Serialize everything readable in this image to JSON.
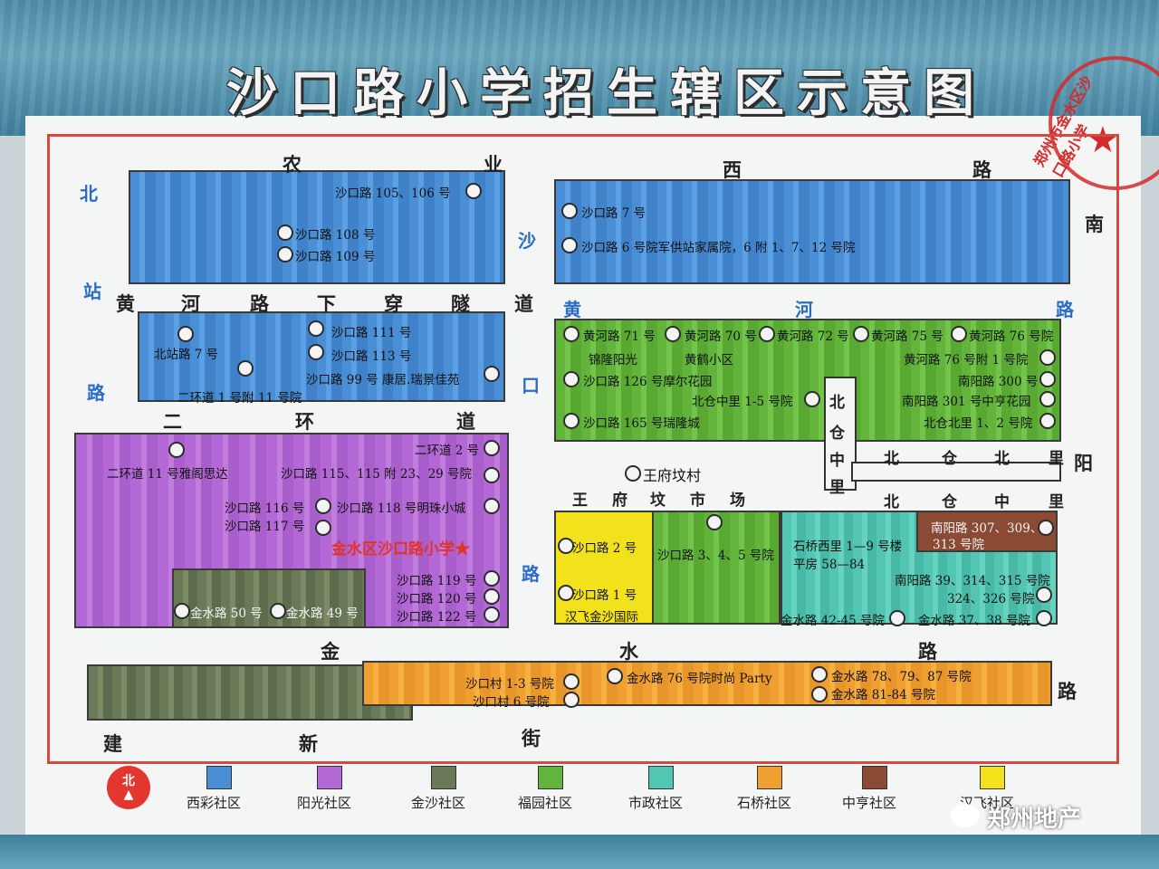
{
  "title": "沙口路小学招生辖区示意图",
  "seal": "郑州市金水区沙口路小学",
  "roads": {
    "nongye_1": "农",
    "nongye_2": "业",
    "xilu_1": "西",
    "xilu_2": "路",
    "beizhan_1": "北",
    "beizhan_2": "站",
    "beizhan_3": "路",
    "sha": "沙",
    "kou": "口",
    "lu": "路",
    "nan": "南",
    "yang": "阳",
    "lu_r": "路",
    "huanghe_tunnel": [
      "黄",
      "河",
      "路",
      "下",
      "穿",
      "隧",
      "道"
    ],
    "huanghe_e": [
      "黄",
      "河",
      "路"
    ],
    "erhuan": [
      "二",
      "环",
      "道"
    ],
    "wangfu": [
      "王",
      "府",
      "坟",
      "市",
      "场"
    ],
    "beicang_zl": [
      "北",
      "仓",
      "中",
      "里"
    ],
    "beicang_bl": [
      "北",
      "仓",
      "北",
      "里"
    ],
    "beicang_zl2": [
      "北",
      "仓",
      "中",
      "里"
    ],
    "jinshui": [
      "金",
      "水",
      "路"
    ],
    "jianxin": [
      "建",
      "新",
      "街"
    ],
    "jinshui_lu_e": "路"
  },
  "labels": {
    "s105": "沙口路 105、106 号",
    "s108": "沙口路 108 号",
    "s109": "沙口路 109 号",
    "s7": "沙口路 7 号",
    "s6": "沙口路 6 号院军供站家属院，6 附 1、7、12 号院",
    "bz7": "北站路 7 号",
    "s111": "沙口路 111 号",
    "s113": "沙口路 113 号",
    "s99": "沙口路 99 号  康居.瑞景佳苑",
    "ehd1": "二环道 1 号附 11 号院",
    "hh71": "黄河路 71 号",
    "hh70": "黄河路 70 号",
    "hh72": "黄河路 72 号",
    "hh75": "黄河路 75 号",
    "hh76": "黄河路 76 号院",
    "jlyg": "锦隆阳光",
    "hhxq": "黄鹤小区",
    "hh76f": "黄河路 76 号附 1 号院",
    "s126": "沙口路 126 号摩尔花园",
    "ny300": "南阳路 300 号",
    "bczl": "北仓中里 1-5 号院",
    "ny301": "南阳路 301 号中亨花园",
    "s165": "沙口路 165 号瑞隆城",
    "bcbl": "北仓北里 1、2 号院",
    "wfwc": "王府坟村",
    "ehd2": "二环道 2 号",
    "ehd11": "二环道 11 号雅阁思达",
    "s115": "沙口路 115、115 附 23、29 号院",
    "s116": "沙口路 116 号",
    "s118": "沙口路 118 号明珠小城",
    "s117": "沙口路 117 号",
    "school": "金水区沙口路小学★",
    "s119": "沙口路 119 号",
    "s120": "沙口路 120 号",
    "s122": "沙口路 122 号",
    "js50": "金水路 50 号",
    "js49": "金水路 49 号",
    "s2": "沙口路 2 号",
    "s1": "沙口路 1 号",
    "hfjs": "汉飞金沙国际",
    "s345": "沙口路 3、4、5 号院",
    "sqxl": "石桥西里 1—9 号楼",
    "pf": "平房 58—84",
    "ny307a": "南阳路 307、309、",
    "ny307b": "313 号院",
    "ny39a": "南阳路 39、314、315 号院",
    "ny39b": "324、326 号院",
    "js4245": "金水路 42-45 号院",
    "js3738": "金水路 37、38 号院",
    "skc13": "沙口村 1-3 号院",
    "skc6": "沙口村 6 号院",
    "js76": "金水路 76 号院时尚 Party",
    "js78": "金水路 78、79、87 号院",
    "js81": "金水路 81-84 号院"
  },
  "legend": [
    {
      "label": "西彩社区",
      "color": "#4a8fd6"
    },
    {
      "label": "阳光社区",
      "color": "#b468d6"
    },
    {
      "label": "金沙社区",
      "color": "#6a7a58"
    },
    {
      "label": "福园社区",
      "color": "#62b43a"
    },
    {
      "label": "市政社区",
      "color": "#52c6b3"
    },
    {
      "label": "石桥社区",
      "color": "#f0a030"
    },
    {
      "label": "中亨社区",
      "color": "#8a4a34"
    },
    {
      "label": "汉飞社区",
      "color": "#f2e21c"
    }
  ],
  "compass": "北",
  "watermark": "郑州地产"
}
